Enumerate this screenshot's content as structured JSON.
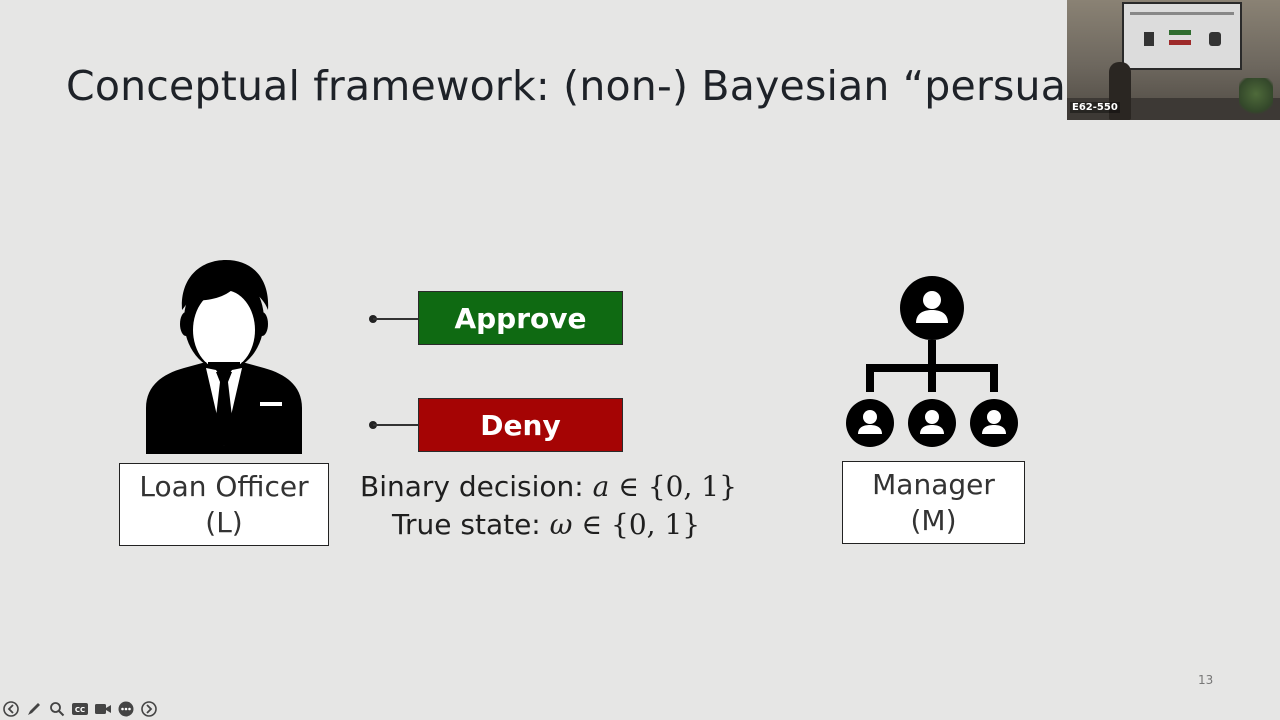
{
  "slide": {
    "title": "Conceptual framework: (non-) Bayesian “persuasi",
    "page_number": "13"
  },
  "officer": {
    "line1": "Loan Officer",
    "line2": "(L)"
  },
  "manager": {
    "line1": "Manager",
    "line2": "(M)"
  },
  "actions": {
    "approve": "Approve",
    "deny": "Deny"
  },
  "formulas": {
    "decision_label": "Binary decision: ",
    "decision_var": "a",
    "decision_set": " ∈ {0, 1}",
    "state_label": "True state: ",
    "state_var": "ω",
    "state_set": " ∈ {0, 1}"
  },
  "webcam": {
    "room_label": "E62-550"
  },
  "colors": {
    "approve": "#0f6a12",
    "deny": "#a50404",
    "background": "#e6e6e5"
  },
  "toolbar": {
    "icons": [
      "back-arrow-icon",
      "pen-icon",
      "zoom-icon",
      "captions-icon",
      "video-icon",
      "more-icon",
      "forward-arrow-icon"
    ]
  }
}
